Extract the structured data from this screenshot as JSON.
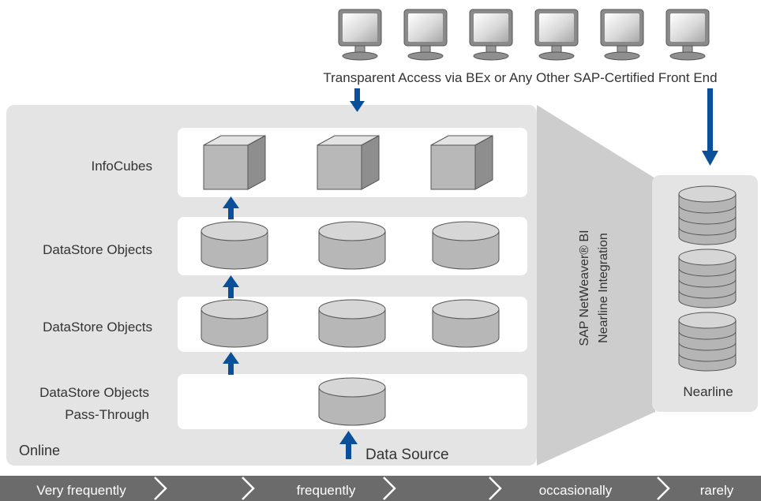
{
  "header": {
    "front_end_label": "Transparent Access via BEx or Any Other SAP-Certified Front End",
    "monitor_icon": "monitor-icon",
    "monitor_count": 6
  },
  "online": {
    "area_label": "Online",
    "rows": [
      {
        "label_lines": [
          "InfoCubes"
        ],
        "icon": "cube-icon",
        "count": 3
      },
      {
        "label_lines": [
          "DataStore Objects"
        ],
        "icon": "cylinder-icon",
        "count": 3
      },
      {
        "label_lines": [
          "DataStore Objects"
        ],
        "icon": "cylinder-icon",
        "count": 3
      },
      {
        "label_lines": [
          "DataStore Objects",
          "Pass-Through"
        ],
        "icon": "cylinder-icon",
        "count": 1
      }
    ],
    "data_source_label": "Data Source"
  },
  "integration": {
    "line1": "SAP NetWeaver® BI",
    "line2": "Nearline Integration"
  },
  "nearline": {
    "label": "Nearline",
    "icon": "database-stack-icon",
    "count": 3
  },
  "frequency_bar": {
    "labels": [
      "Very frequently",
      "frequently",
      "occasionally",
      "rarely"
    ]
  },
  "colors": {
    "panel": "#e4e4e4",
    "connector": "#cdcdcd",
    "accent_arrow": "#0a4f9a",
    "bar": "#6b6b6b",
    "text": "#333333"
  }
}
